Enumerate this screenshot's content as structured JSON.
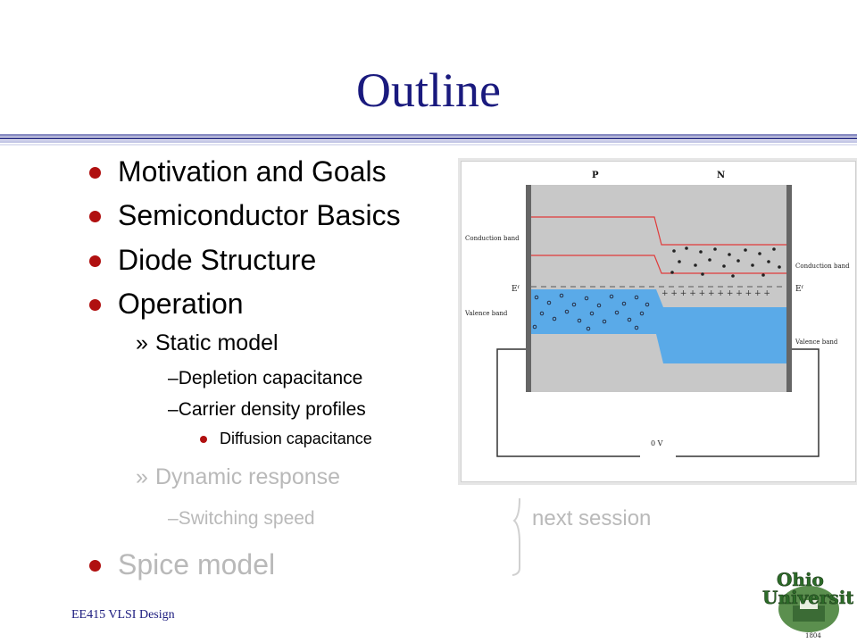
{
  "slide": {
    "title": "Outline",
    "footer": "EE415 VLSI Design",
    "next_session_note": "next session"
  },
  "outline": {
    "motivation": "Motivation and Goals",
    "semiconductor": "Semiconductor Basics",
    "diode": "Diode Structure",
    "operation": "Operation",
    "static_model": "Static model",
    "depletion": "Depletion capacitance",
    "carrier": "Carrier density profiles",
    "diffusion": "Diffusion capacitance",
    "dynamic": "Dynamic response",
    "switching": "Switching speed",
    "spice": "Spice model"
  },
  "figure": {
    "label_p": "P",
    "label_n": "N",
    "conduction_band_left": "Conduction band",
    "conduction_band_right": "Conduction band",
    "valence_band_left": "Valence band",
    "valence_band_right": "Valence band",
    "ef_left": "Eᶠ",
    "ef_right": "Eᶠ",
    "voltage": "0 V"
  },
  "logo": {
    "line1": "Ohio",
    "line2": "University",
    "year": "1804"
  },
  "colors": {
    "title": "#1a1a7e",
    "bullet": "#b01010",
    "band_line": "#e03a3a",
    "hole_region": "#5aaae8",
    "dimmed_text": "#b9b9b9"
  }
}
